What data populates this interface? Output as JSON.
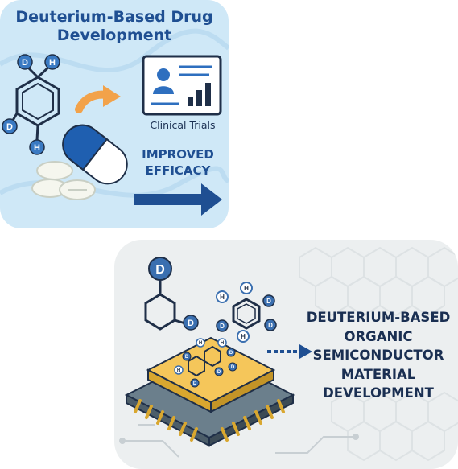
{
  "drug_card": {
    "title_line1": "Deuterium-Based Drug",
    "title_line2": "Development",
    "molecule_labels": [
      "D",
      "H",
      "D",
      "H"
    ],
    "clinical_label": "Clinical Trials",
    "efficacy_line1": "IMPROVED",
    "efficacy_line2": "EFFICACY"
  },
  "semi_card": {
    "label_line1": "DEUTERIUM-BASED",
    "label_line2": "ORGANIC",
    "label_line3": "SEMICONDUCTOR",
    "label_line4": "MATERIAL",
    "label_line5": "DEVELOPMENT",
    "big_d": "D",
    "small_d": "D",
    "ring_labels": [
      "H",
      "H",
      "D",
      "D",
      "H",
      "D"
    ],
    "chip_labels": [
      "H",
      "D",
      "H",
      "D",
      "D",
      "D",
      "H",
      "D"
    ]
  },
  "colors": {
    "drug_bg": "#cfe8f7",
    "semi_bg": "#eceff0",
    "navy": "#1f4f92",
    "orange": "#f2a24a",
    "chip": "#f5c65a",
    "chip_base": "#6b7f8c"
  }
}
